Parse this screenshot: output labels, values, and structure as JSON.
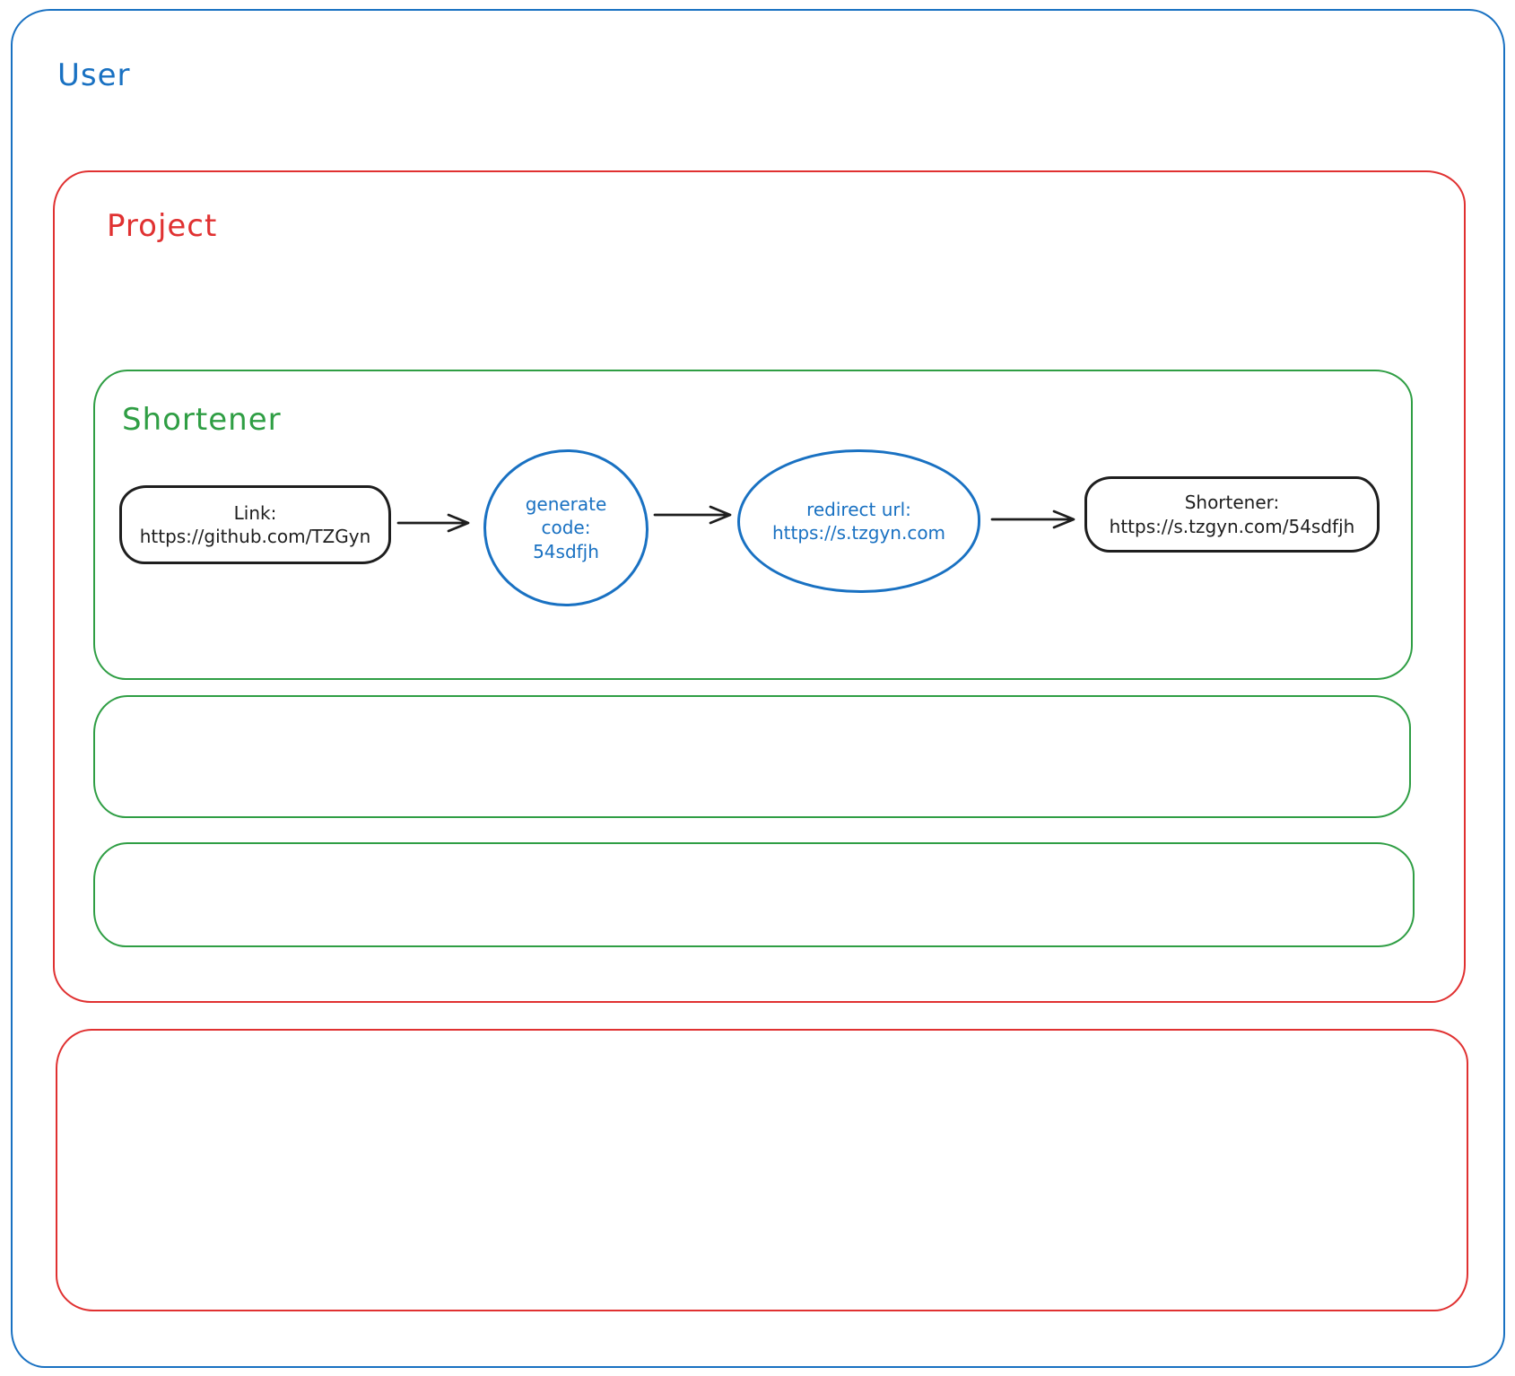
{
  "diagram": {
    "containers": {
      "user": {
        "label": "User",
        "color": "#1971c2"
      },
      "project": {
        "label": "Project",
        "color": "#e03131"
      },
      "shortener": {
        "label": "Shortener",
        "color": "#2f9e44"
      }
    },
    "flow": {
      "nodes": {
        "link": {
          "lines": [
            "Link:",
            "https://github.com/TZGyn"
          ]
        },
        "generate_code": {
          "lines": [
            "generate",
            "code:",
            "54sdfjh"
          ]
        },
        "redirect_url": {
          "lines": [
            "redirect url:",
            "https://s.tzgyn.com"
          ]
        },
        "shortened": {
          "lines": [
            "Shortener:",
            "https://s.tzgyn.com/54sdfjh"
          ]
        }
      },
      "connectors": [
        {
          "name": "arrow-link-to-generate"
        },
        {
          "name": "arrow-generate-to-redirect"
        },
        {
          "name": "arrow-redirect-to-shortened"
        }
      ]
    },
    "colors": {
      "blue": "#1971c2",
      "red": "#e03131",
      "green": "#2f9e44",
      "stroke_black": "#1e1e1e",
      "background": "#ffffff"
    }
  }
}
